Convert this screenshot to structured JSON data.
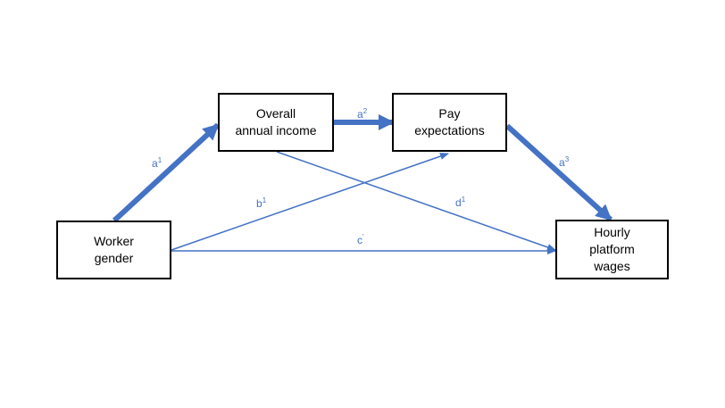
{
  "colors": {
    "arrow": "#4472c4",
    "box_border": "#000000",
    "text": "#000000",
    "label": "#4472c4"
  },
  "nodes": {
    "worker_gender": {
      "label": "Worker\ngender"
    },
    "overall_income": {
      "label": "Overall\nannual income"
    },
    "pay_expectations": {
      "label": "Pay\nexpectations"
    },
    "hourly_wages": {
      "label": "Hourly\nplatform\nwages"
    }
  },
  "edges": {
    "a1": {
      "base": "a",
      "sup": "1",
      "from": "worker_gender",
      "to": "overall_income",
      "style": "thick"
    },
    "a2": {
      "base": "a",
      "sup": "2",
      "from": "overall_income",
      "to": "pay_expectations",
      "style": "thick"
    },
    "a3": {
      "base": "a",
      "sup": "3",
      "from": "pay_expectations",
      "to": "hourly_wages",
      "style": "thick"
    },
    "b1": {
      "base": "b",
      "sup": "1",
      "from": "worker_gender",
      "to": "pay_expectations",
      "style": "thin"
    },
    "c_prime": {
      "base": "c",
      "sup": "'",
      "from": "worker_gender",
      "to": "hourly_wages",
      "style": "thin"
    },
    "d1": {
      "base": "d",
      "sup": "1",
      "from": "overall_income",
      "to": "hourly_wages",
      "style": "thin"
    }
  }
}
